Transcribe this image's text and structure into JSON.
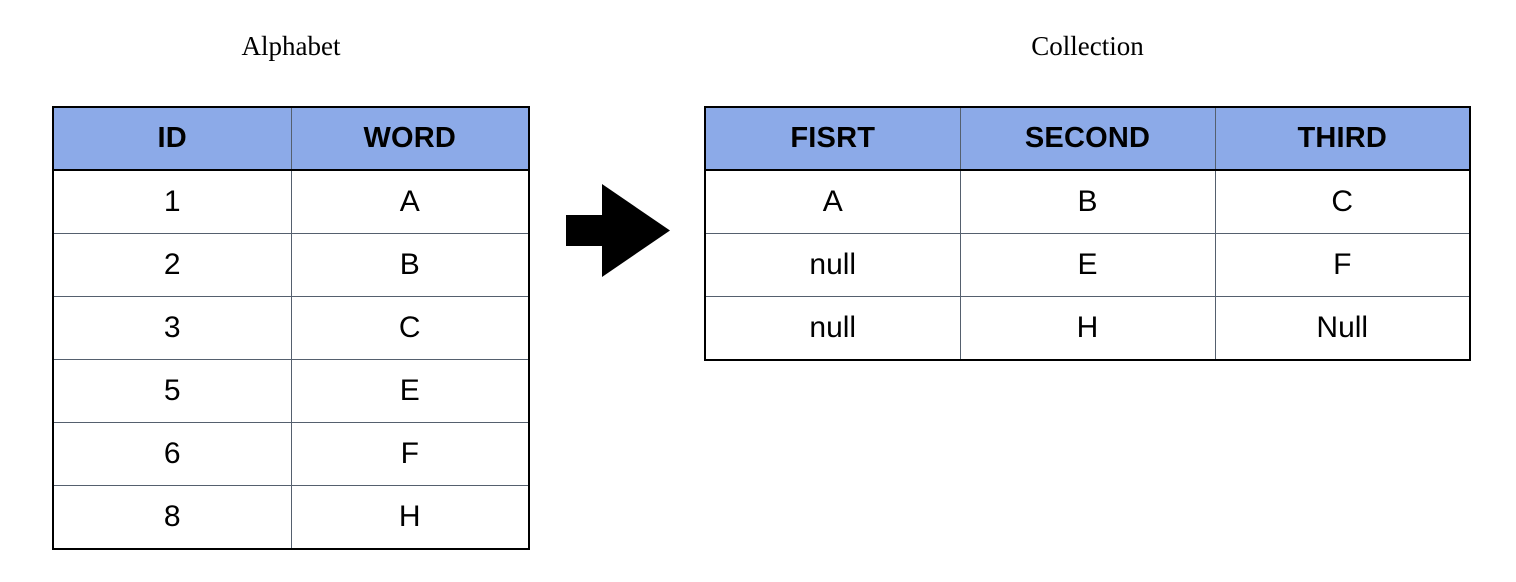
{
  "diagram": {
    "arrow": {
      "name": "right-block-arrow",
      "color": "#000000",
      "direction": "right"
    },
    "theme": {
      "header_fill": "#8CAAE8",
      "outer_border": "#000000",
      "inner_border": "#55606e",
      "text": "#000000",
      "background": "#ffffff"
    }
  },
  "source_table": {
    "title": "Alphabet",
    "columns": [
      "ID",
      "WORD"
    ],
    "rows": [
      [
        "1",
        "A"
      ],
      [
        "2",
        "B"
      ],
      [
        "3",
        "C"
      ],
      [
        "5",
        "E"
      ],
      [
        "6",
        "F"
      ],
      [
        "8",
        "H"
      ]
    ]
  },
  "result_table": {
    "title": "Collection",
    "columns": [
      "FISRT",
      "SECOND",
      "THIRD"
    ],
    "rows": [
      [
        "A",
        "B",
        "C"
      ],
      [
        "null",
        "E",
        "F"
      ],
      [
        "null",
        "H",
        "Null"
      ]
    ]
  }
}
